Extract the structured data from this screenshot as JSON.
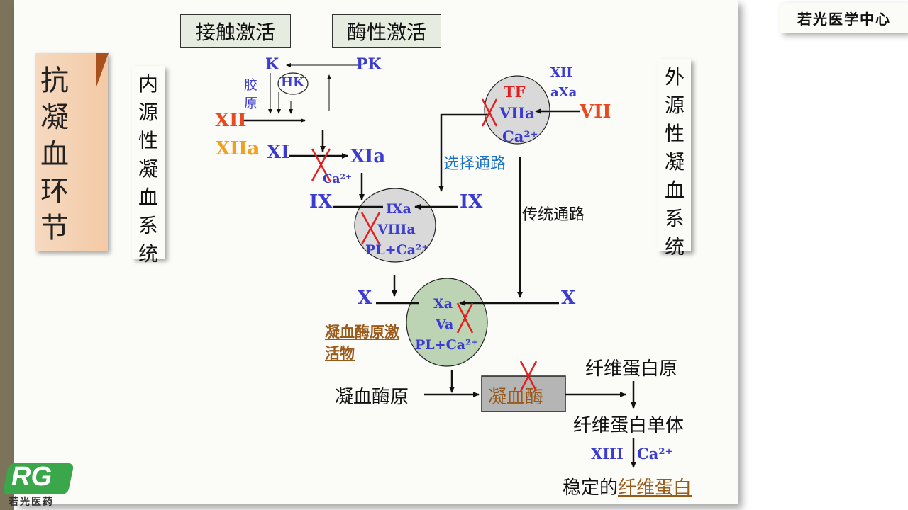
{
  "corner_title": "若光医学中心",
  "side_tab": "抗凝血环节",
  "header_boxes": {
    "contact": "接触激活",
    "enzymatic": "酶性激活"
  },
  "intrinsic_system": "内源性凝血系统",
  "extrinsic_system": "外源性凝血系统",
  "nodes": {
    "K": "K",
    "PK": "PK",
    "HK": "HK",
    "collagen": "胶原",
    "XII": "XII",
    "XIIa": "XIIa",
    "XI": "XI",
    "XIa": "XIa",
    "ca_xi": "Ca²⁺",
    "IX_left": "IX",
    "IX_right": "IX",
    "IXa": "IXa",
    "VIIIa": "VIIIa",
    "pl_ca_1": "PL+Ca²⁺",
    "TF": "TF",
    "VIIa": "VIIa",
    "ca_tf": "Ca²⁺",
    "XII_top": "XII",
    "aXa": "aXa",
    "VII": "VII",
    "alt_path": "选择通路",
    "classic_path": "传统通路",
    "X_left": "X",
    "X_right": "X",
    "Xa": "Xa",
    "Va": "Va",
    "pl_ca_2": "PL+Ca²⁺",
    "prothrombin_activator": "凝血酶原激活物",
    "prothrombin": "凝血酶原",
    "thrombin": "凝血酶",
    "fibrinogen": "纤维蛋白原",
    "fibrin_monomer": "纤维蛋白单体",
    "XIII": "XIII",
    "ca_xiii": "Ca²⁺",
    "stable_fibrin_prefix": "稳定的",
    "stable_fibrin_link": "纤维蛋白"
  },
  "logo": {
    "mark": "RG",
    "caption": "若光医药"
  },
  "colors": {
    "blue": "#3b3bd0",
    "orange": "#e8491e",
    "gold": "#f0a020",
    "red": "#e02020",
    "brown": "#9a5a1a"
  }
}
